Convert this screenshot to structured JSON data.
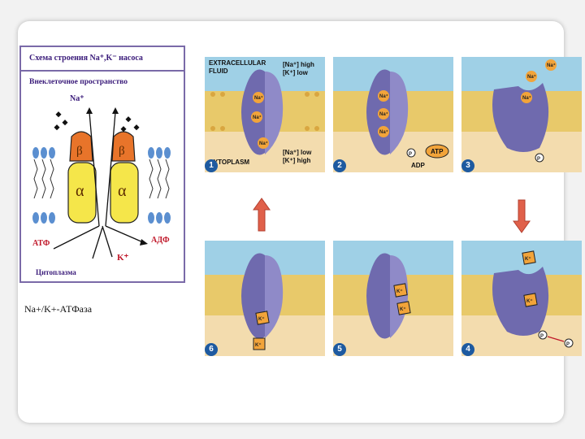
{
  "scheme": {
    "title": "Схема строения  Na⁺,K⁻ насоса",
    "extracellular": "Внеклеточное пространство",
    "na": "Na⁺",
    "beta": "β",
    "alpha": "α",
    "atp": "АТФ",
    "adp": "АДФ",
    "k": "K⁺",
    "cytoplasm": "Цитоплазма",
    "caption": "Na+/K+-АТФаза"
  },
  "panels": {
    "p1": {
      "extracellular": "EXTRACELLULAR",
      "fluid": "FLUID",
      "na_high": "[Na⁺] high",
      "k_low": "[K⁺] low",
      "cytoplasm": "CYTOPLASM",
      "na_low": "[Na⁺] low",
      "k_high": "[K⁺] high",
      "ion": "Na⁺",
      "step": "1"
    },
    "p2": {
      "ion": "Na⁺",
      "atp": "ATP",
      "adp": "ADP",
      "p": "P",
      "step": "2"
    },
    "p3": {
      "ion": "Na⁺",
      "p": "P",
      "step": "3"
    },
    "p4": {
      "ion": "K⁺",
      "p": "P",
      "step": "4"
    },
    "p5": {
      "ion": "K⁺",
      "step": "5"
    },
    "p6": {
      "ion": "K⁺",
      "step": "6"
    }
  },
  "colors": {
    "extracellular": "#9fd0e6",
    "cytoplasm": "#f3dcae",
    "protein": "#6f6aae",
    "na_ion": "#f2a43a",
    "arrow": "#e0604a"
  }
}
